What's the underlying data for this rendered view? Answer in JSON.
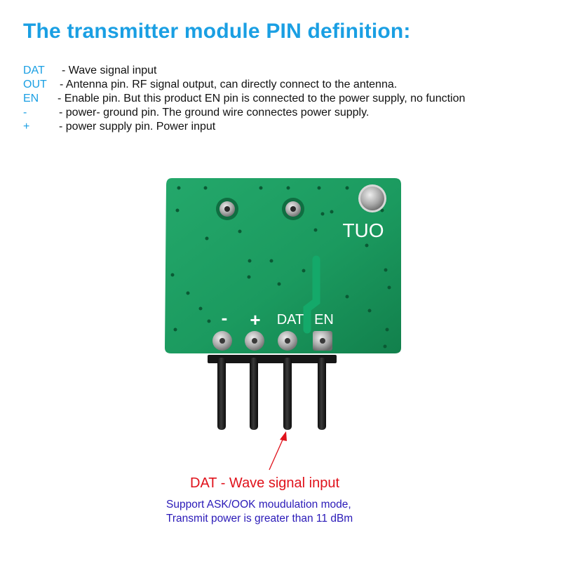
{
  "title": "The transmitter module PIN definition:",
  "pins": [
    {
      "name": "DAT",
      "description": "- Wave signal input"
    },
    {
      "name": "OUT",
      "description": "- Antenna pin. RF signal output, can directly connect to the antenna."
    },
    {
      "name": "EN",
      "description": "- Enable pin. But this product EN pin is connected to the power supply, no function"
    },
    {
      "name": "-",
      "description": "- power- ground pin. The ground wire connectes power supply."
    },
    {
      "name": "+",
      "description": "- power supply pin. Power input"
    }
  ],
  "board": {
    "silk_out": "TUO",
    "silk_minus": "-",
    "silk_plus": "+",
    "silk_dat": "DAT",
    "silk_en": "EN",
    "pcb_color": "#1b9a5f"
  },
  "callout": {
    "label": "DAT - Wave signal input",
    "note_line1": "Support ASK/OOK moudulation mode,",
    "note_line2": "Transmit power is greater than 11 dBm"
  },
  "colors": {
    "title": "#1a9fe3",
    "callout": "#e0121b",
    "note": "#2a1ab8"
  }
}
